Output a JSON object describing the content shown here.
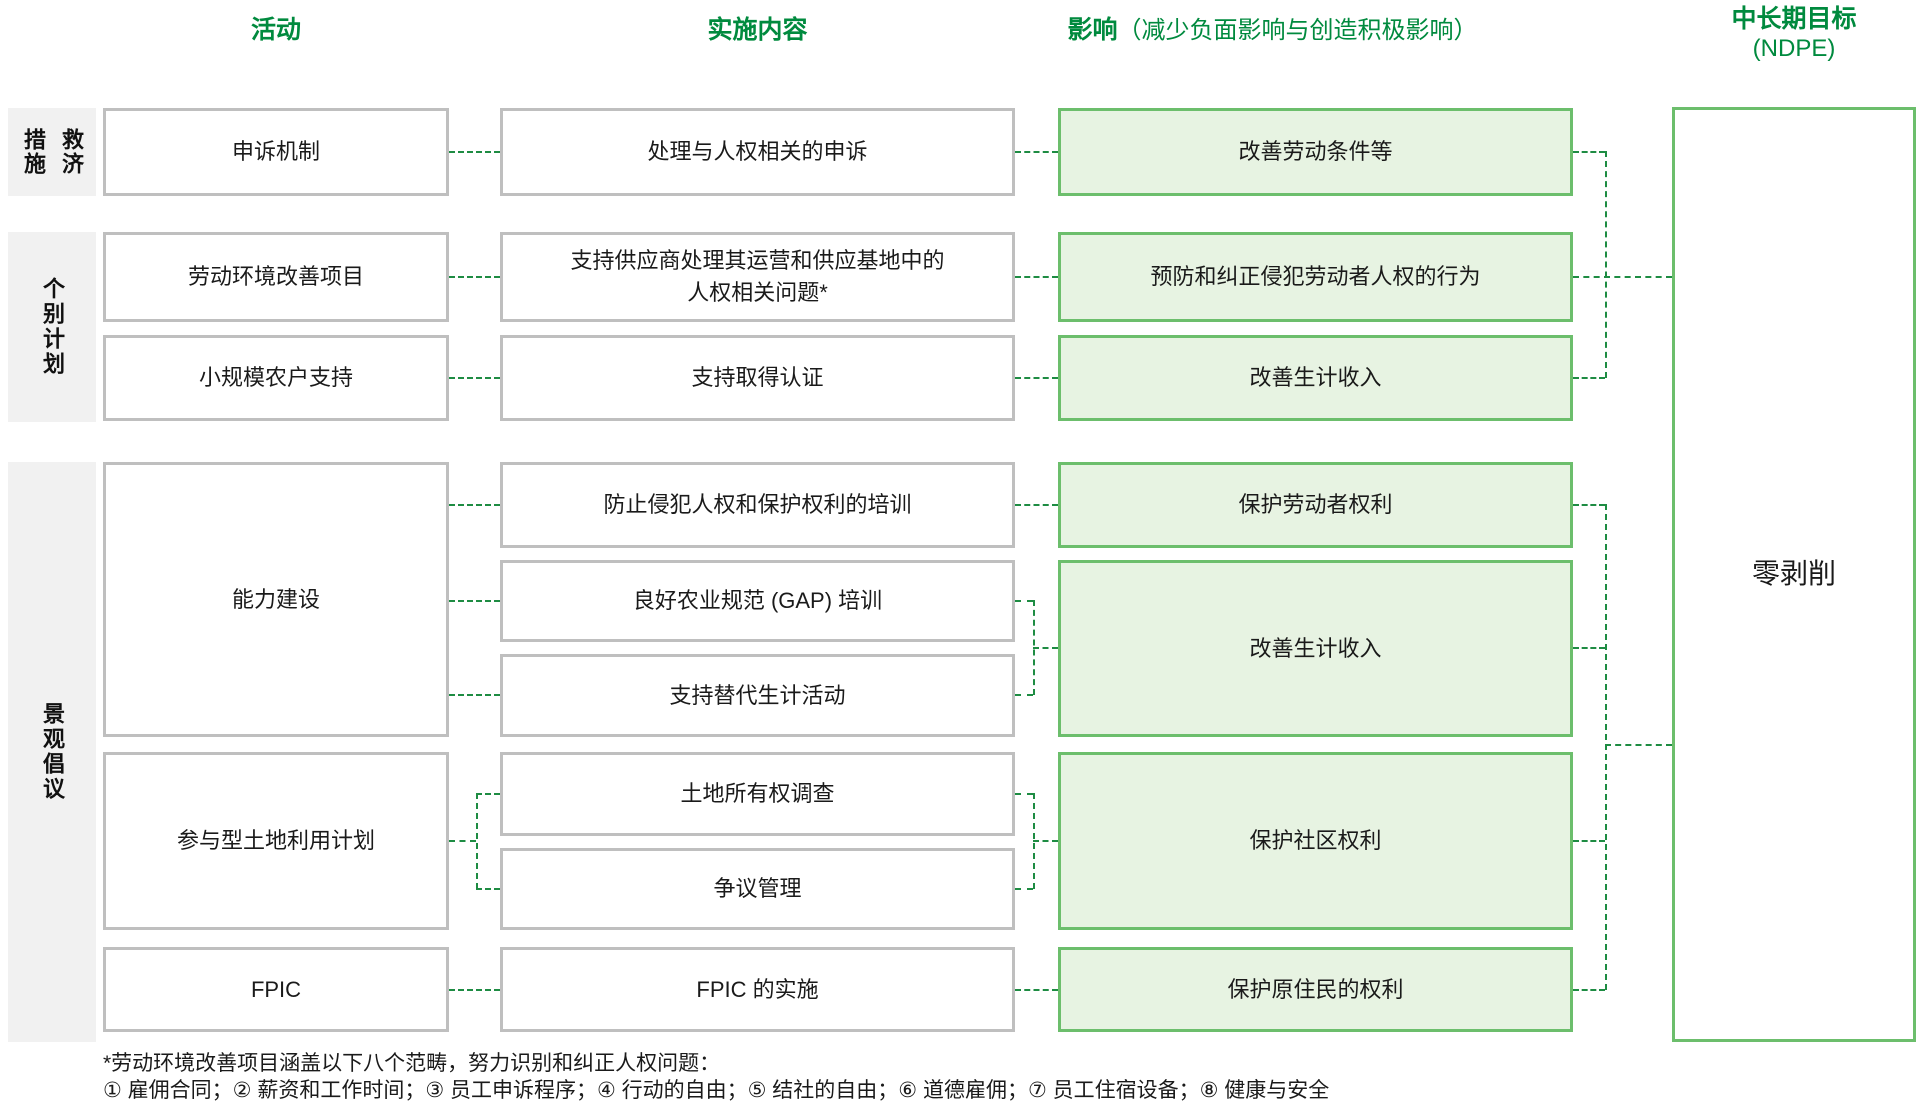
{
  "headers": {
    "activities": "活动",
    "implementation": "实施内容",
    "impact_main": "影响",
    "impact_paren": "（减少负面影响与创造积极影响）",
    "goal_line1": "中长期目标",
    "goal_line2": "(NDPE)"
  },
  "rails": {
    "remedy_left": "措施",
    "remedy_right": "救济",
    "individual": "个别计划",
    "landscape": "景观倡议"
  },
  "activities": {
    "a1": "申诉机制",
    "a2": "劳动环境改善项目",
    "a3": "小规模农户支持",
    "a4": "能力建设",
    "a5": "参与型土地利用计划",
    "a6": "FPIC"
  },
  "implementations": {
    "b1": "处理与人权相关的申诉",
    "b2": "支持供应商处理其运营和供应基地中的\n人权相关问题*",
    "b3": "支持取得认证",
    "b4": "防止侵犯人权和保护权利的培训",
    "b5": "良好农业规范 (GAP) 培训",
    "b6": "支持替代生计活动",
    "b7": "土地所有权调查",
    "b8": "争议管理",
    "b9": "FPIC 的实施"
  },
  "impacts": {
    "c1": "改善劳动条件等",
    "c2": "预防和纠正侵犯劳动者人权的行为",
    "c3": "改善生计收入",
    "c4": "保护劳动者权利",
    "c5": "改善生计收入",
    "c6": "保护社区权利",
    "c7": "保护原住民的权利"
  },
  "goal": "零剥削",
  "footnote": {
    "line1": "*劳动环境改善项目涵盖以下八个范畴，努力识别和纠正人权问题：",
    "line2": "① 雇佣合同；② 薪资和工作时间；③ 员工申诉程序；④ 行动的自由；⑤ 结社的自由；⑥ 道德雇佣；⑦ 员工住宿设备；⑧ 健康与安全"
  },
  "colors": {
    "header_green": "#008A3E",
    "connector_green": "#1E8C43",
    "box_green_border": "#6CBE6C",
    "box_green_fill": "#E7F3E2",
    "gray_border": "#BFBFBF",
    "rail_bg": "#F1F1F1",
    "text_dark": "#1A1A1A"
  }
}
